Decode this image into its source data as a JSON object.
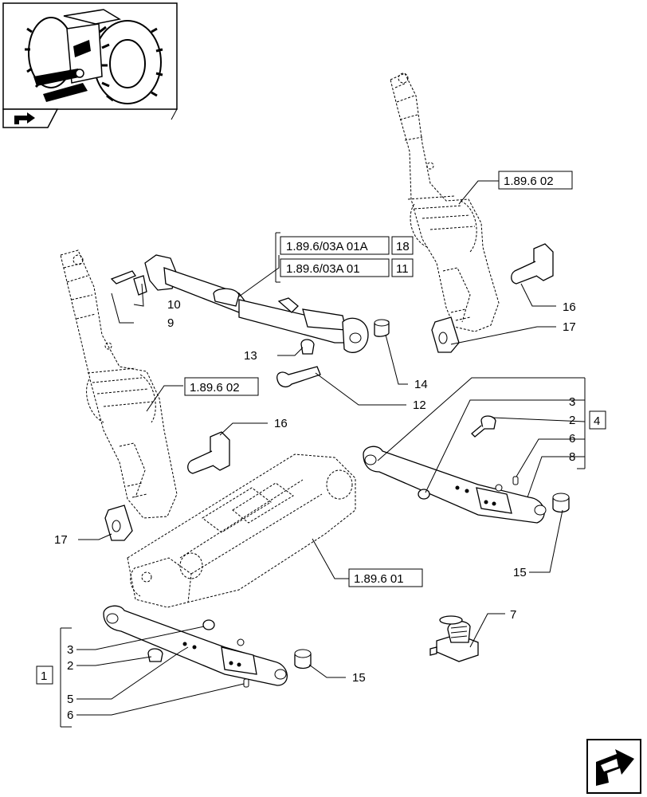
{
  "refs": {
    "r1_89_6_03A_01A": "1.89.6/03A 01A",
    "r18": "18",
    "r1_89_6_03A_01": "1.89.6/03A 01",
    "r11": "11",
    "r1_89_6_02_top": "1.89.6 02",
    "r1_89_6_02_left": "1.89.6 02",
    "r1_89_6_01": "1.89.6 01",
    "group_4": "4",
    "group_1": "1"
  },
  "labels": {
    "top_right": {
      "p16": "16",
      "p17": "17"
    },
    "top_link": {
      "p10": "10",
      "p9": "9",
      "p13": "13",
      "p14": "14",
      "p12": "12"
    },
    "left_side": {
      "p16": "16",
      "p17": "17"
    },
    "right_arm": {
      "p3": "3",
      "p2": "2",
      "p6": "6",
      "p8": "8",
      "p15": "15"
    },
    "lower_arm": {
      "p3": "3",
      "p2": "2",
      "p5": "5",
      "p6": "6",
      "p15": "15"
    },
    "spring_pin": {
      "p7": "7"
    }
  },
  "icons": {
    "thumbnail": "tractor-rear-hitch-thumbnail",
    "view_indicator": "view-arrow-icon",
    "next_page": "next-page-arrow-icon"
  }
}
